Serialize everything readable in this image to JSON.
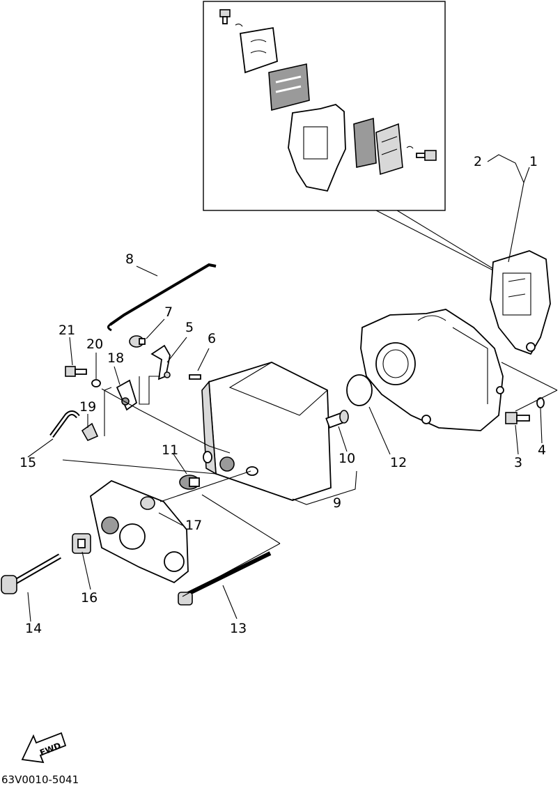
{
  "diagram": {
    "callouts": [
      "1",
      "2",
      "3",
      "4",
      "5",
      "6",
      "7",
      "8",
      "9",
      "10",
      "11",
      "12",
      "13",
      "14",
      "15",
      "16",
      "17",
      "18",
      "19",
      "20",
      "21"
    ],
    "fwd_label": "FWD",
    "drawing_code": "63V0010-5041"
  }
}
